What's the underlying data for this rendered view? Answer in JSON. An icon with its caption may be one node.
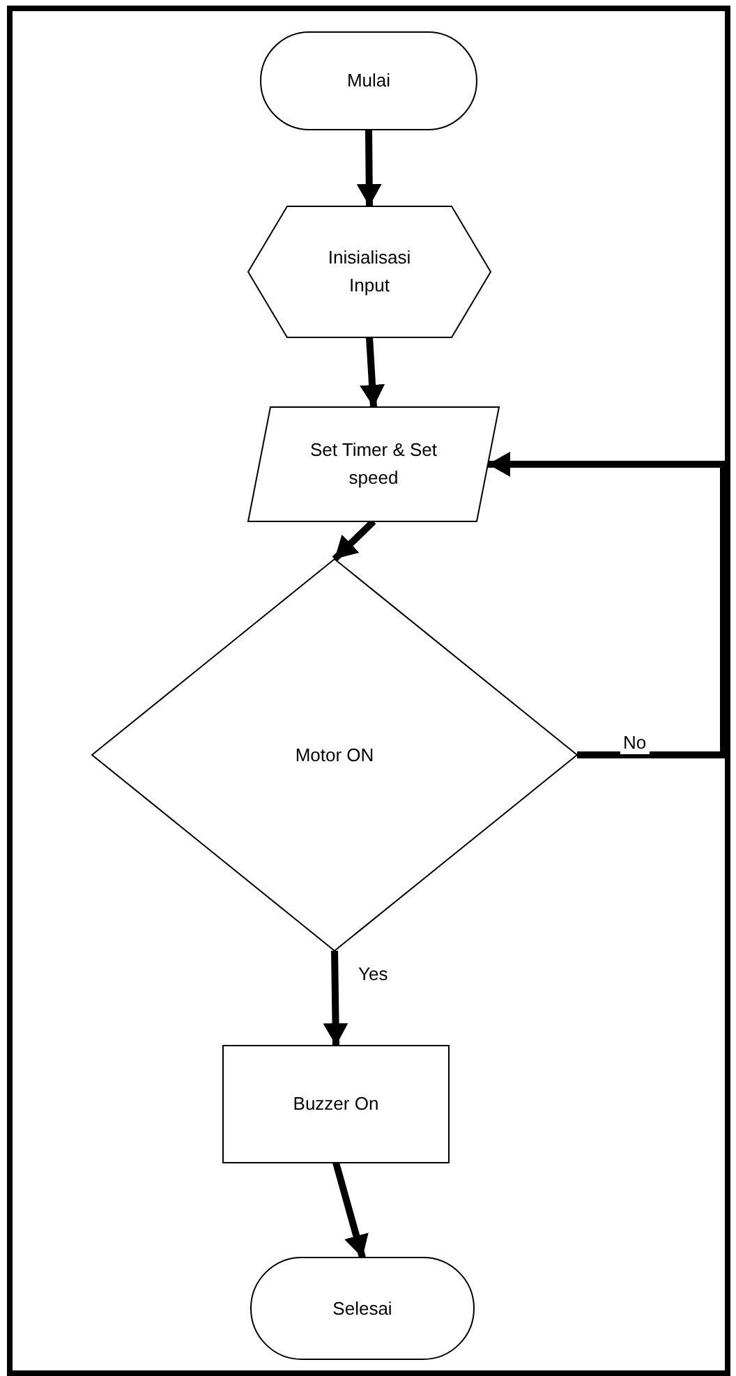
{
  "diagram": {
    "nodes": [
      {
        "text": [
          "Mulai"
        ]
      },
      {
        "text": [
          "Inisialisasi Input"
        ]
      },
      {
        "text": [
          "Set Timer & Set speed"
        ]
      },
      {
        "text": [
          "Motor ON"
        ]
      },
      {
        "text": [
          "Buzzer On"
        ]
      },
      {
        "text": [
          "Selesai"
        ]
      }
    ],
    "edges": [
      {
        "from": 0,
        "to": 1,
        "arrow": "to"
      },
      {
        "from": 1,
        "to": 2,
        "arrow": "to"
      },
      {
        "from": 2,
        "to": 3,
        "arrow": "to"
      },
      {
        "from": 3,
        "to": 2,
        "arrow": "to",
        "label": "No"
      },
      {
        "from": 3,
        "to": 4,
        "arrow": "to",
        "label": "Yes"
      },
      {
        "from": 4,
        "to": 5,
        "arrow": "to"
      }
    ]
  }
}
